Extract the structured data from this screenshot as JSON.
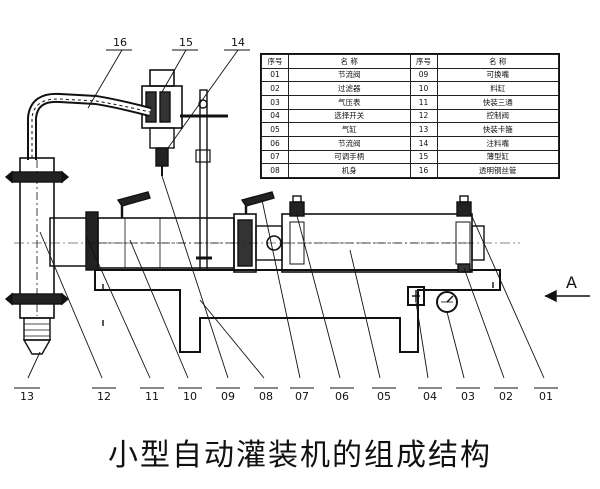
{
  "caption": "小型自动灌装机的组成结构",
  "view_label": "A",
  "parts_table": {
    "header": {
      "no": "序号",
      "name": "名  称"
    },
    "rows_left": [
      {
        "no": "01",
        "name": "节流阀"
      },
      {
        "no": "02",
        "name": "过滤器"
      },
      {
        "no": "03",
        "name": "气压表"
      },
      {
        "no": "04",
        "name": "选择开关"
      },
      {
        "no": "05",
        "name": "气缸"
      },
      {
        "no": "06",
        "name": "节流阀"
      },
      {
        "no": "07",
        "name": "可调手柄"
      },
      {
        "no": "08",
        "name": "机身"
      }
    ],
    "rows_right": [
      {
        "no": "09",
        "name": "可换嘴"
      },
      {
        "no": "10",
        "name": "料缸"
      },
      {
        "no": "11",
        "name": "快装三通"
      },
      {
        "no": "12",
        "name": "控制阀"
      },
      {
        "no": "13",
        "name": "快装卡箍"
      },
      {
        "no": "14",
        "name": "注料嘴"
      },
      {
        "no": "15",
        "name": "薄型缸"
      },
      {
        "no": "16",
        "name": "透明钢丝管"
      }
    ]
  },
  "callouts_top": [
    "16",
    "15",
    "14"
  ],
  "callouts_bottom": [
    "13",
    "12",
    "11",
    "10",
    "09",
    "08",
    "07",
    "06",
    "05",
    "04",
    "03",
    "02",
    "01"
  ]
}
